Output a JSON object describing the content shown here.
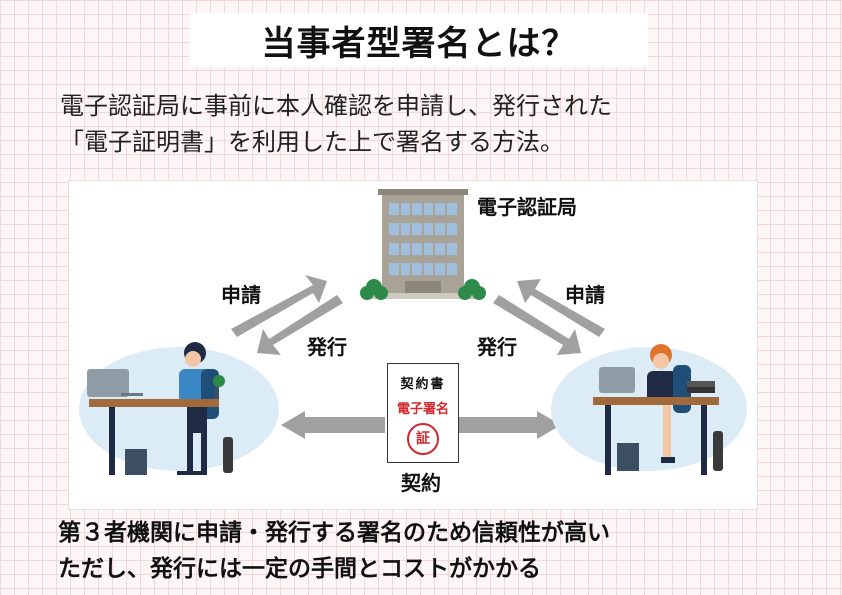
{
  "title": "当事者型署名とは？",
  "intro": {
    "line1": "電子認証局に事前に本人確認を申請し、発行された",
    "line2": "「電子証明書」を利用した上で署名する方法。"
  },
  "diagram": {
    "authority_label": "電子認証局",
    "left_apply_label": "申請",
    "left_issue_label": "発行",
    "right_apply_label": "申請",
    "right_issue_label": "発行",
    "contract_label": "契約",
    "document": {
      "title": "契約書",
      "signature_text": "電子署名",
      "seal_text": "証"
    }
  },
  "summary": {
    "line1": "第３者機関に申請・発行する署名のため信頼性が高い",
    "line2": "ただし、発行には一定の手間とコストがかかる"
  },
  "colors": {
    "arrow": "#a0a0a0",
    "seal_red": "#d0282e",
    "building": "#a9a397",
    "window": "#9fbfdc",
    "blob": "#dcecf7"
  }
}
